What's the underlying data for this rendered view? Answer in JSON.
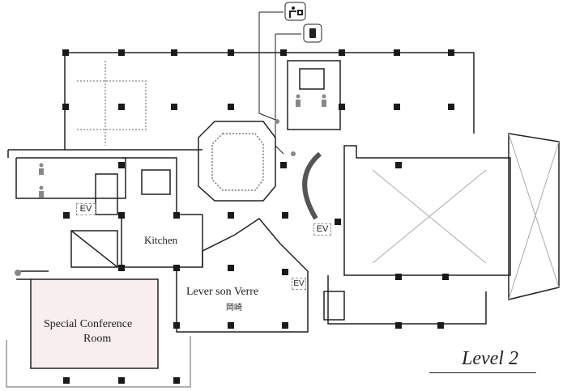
{
  "map": {
    "level_title": "Level 2",
    "rooms": {
      "kitchen": "Kitchen",
      "lever_son_verre": "Lever son Verre",
      "lever_son_verre_sub": "岡崎",
      "special_conference_line1": "Special Conference",
      "special_conference_line2": "Room"
    },
    "elevators": [
      "EV",
      "EV",
      "EV"
    ],
    "icons": [
      "drinking-fountain-icon",
      "trash-bin-icon",
      "restroom-male-icon",
      "restroom-female-icon"
    ],
    "colors": {
      "conference_fill": "#f8eeee",
      "wall": "#222222",
      "pillar": "#1a1a1a"
    }
  }
}
